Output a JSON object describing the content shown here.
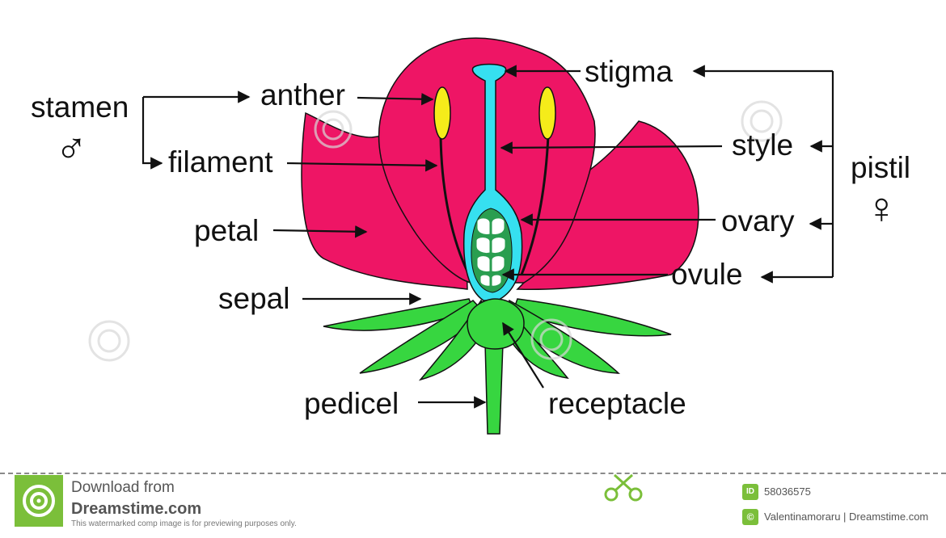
{
  "labels": {
    "stamen": "stamen",
    "male_symbol": "♂",
    "anther": "anther",
    "filament": "filament",
    "petal": "petal",
    "sepal": "sepal",
    "pedicel": "pedicel",
    "stigma": "stigma",
    "style": "style",
    "ovary": "ovary",
    "ovule": "ovule",
    "receptacle": "receptacle",
    "pistil": "pistil",
    "female_symbol": "♀"
  },
  "colors": {
    "petal": "#ee1565",
    "pistil": "#36e0f0",
    "ovary_inner": "#2a9e50",
    "sepal": "#37d640",
    "anther": "#f5ec1a",
    "footer_green": "#7bbf3a"
  },
  "footer": {
    "download_line1": "Download from",
    "download_line2": "Dreamstime.com",
    "download_line3": "This watermarked comp image is for previewing purposes only.",
    "badge_id": "ID",
    "image_id": "58036575",
    "badge_copyright": "©",
    "author": "Valentinamoraru | Dreamstime.com"
  },
  "icons": {
    "logo": "dreamstime-spiral-icon",
    "scissors": "scissors-icon"
  }
}
